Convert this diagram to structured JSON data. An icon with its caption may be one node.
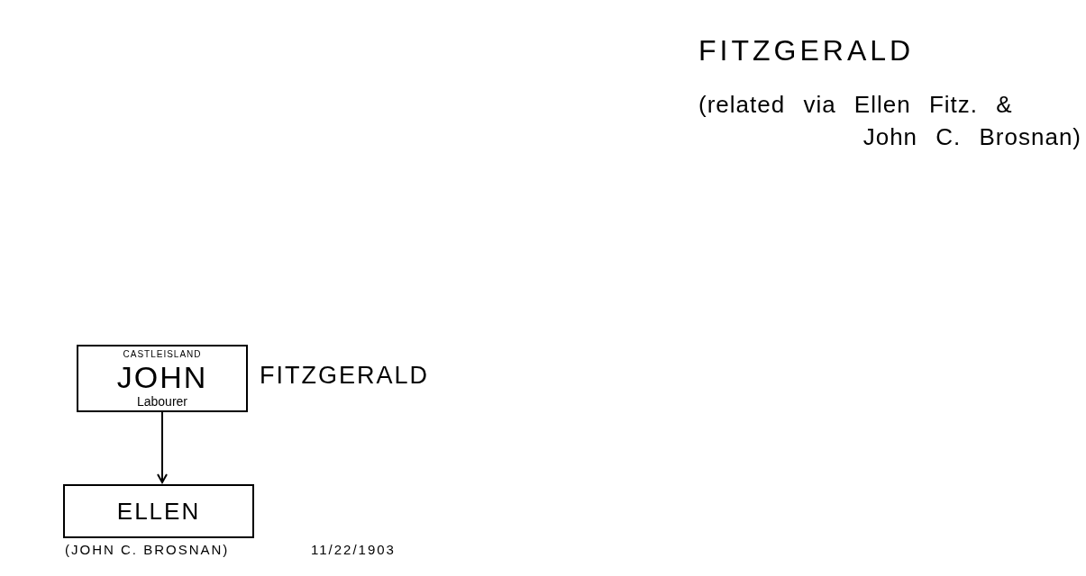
{
  "diagram": {
    "title": "FITZGERALD",
    "nodes": [
      {
        "text": [
          "CASTLEISLAND",
          "JOHN",
          "Labourer"
        ],
        "beside": [
          "FITZGERALD"
        ]
      },
      {
        "text": [
          "ELLEN"
        ],
        "beside": [
          "(JOHN C. BROSNAN)"
        ]
      }
    ],
    "edges": [
      {
        "from": 0,
        "to": 1,
        "arrow": "to"
      }
    ],
    "labels": [
      "(related via Ellen Fitz. & John C. Brosnan)",
      "11/22/1903"
    ]
  }
}
